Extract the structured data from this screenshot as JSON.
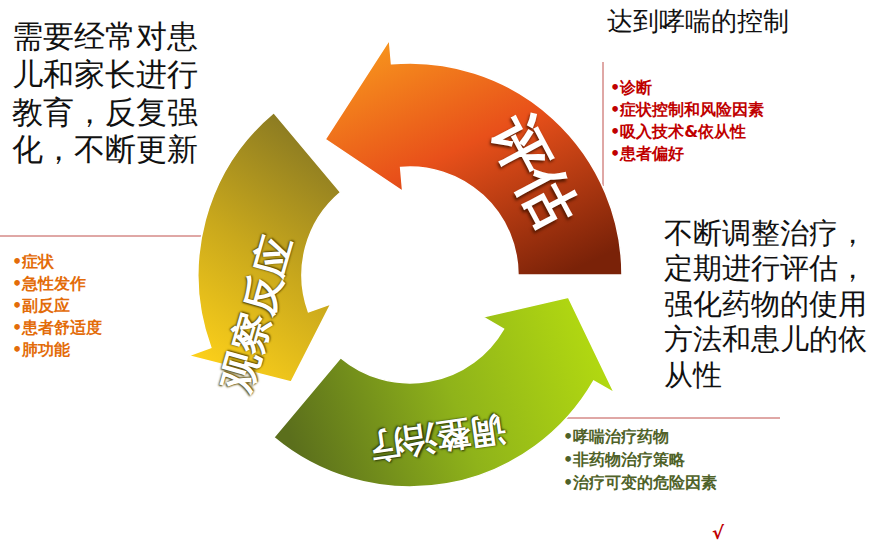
{
  "diagram": {
    "nodes": [
      {
        "text": [
          "评估"
        ]
      },
      {
        "text": [
          "调整治疗"
        ]
      },
      {
        "text": [
          "观察反应"
        ]
      }
    ],
    "labels": [
      "需要经常对患儿和家长进行教育，反复强化，不断更新",
      "达到哮喘的控制",
      "•诊断",
      "•症状控制和风险因素",
      "•吸入技术&依从性",
      "•患者偏好",
      "不断调整治疗，定期进行评估，强化药物的使用方法和患儿的依从性",
      "•症状",
      "•急性发作",
      "•副反应",
      "•患者舒适度",
      "•肺功能",
      "•哮喘治疗药物",
      "•非药物治疗策略",
      "•治疗可变的危险因素",
      "√"
    ]
  }
}
